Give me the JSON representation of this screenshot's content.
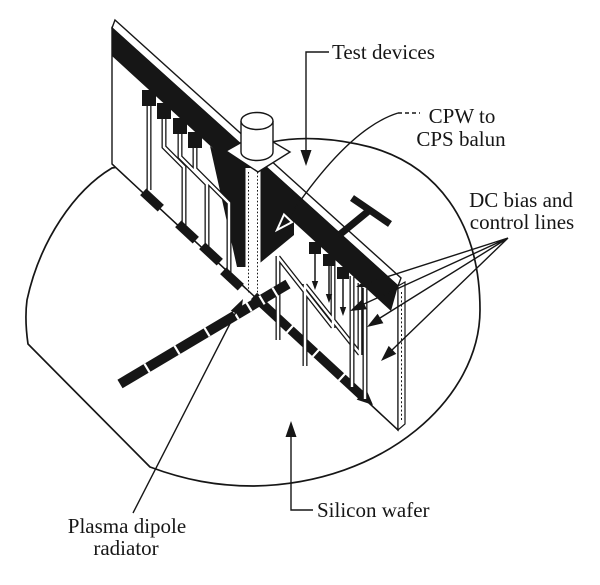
{
  "diagram": {
    "background_color": "#ffffff",
    "ink_color": "#161616",
    "labels": {
      "test_devices": "Test devices",
      "cpw_balun_line1": "CPW to",
      "cpw_balun_line2": "CPS balun",
      "dc_bias_line1": "DC bias and",
      "dc_bias_line2": "control lines",
      "silicon_wafer": "Silicon wafer",
      "plasma_radiator_line1": "Plasma dipole",
      "plasma_radiator_line2": "radiator"
    }
  }
}
